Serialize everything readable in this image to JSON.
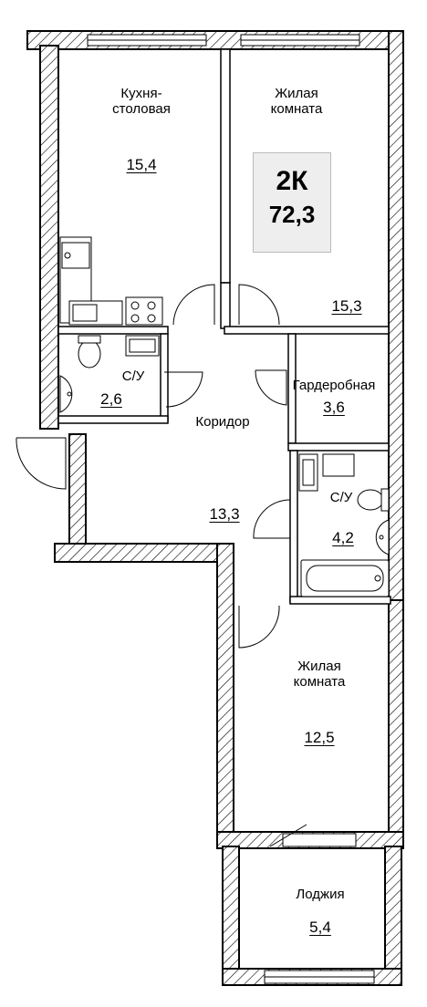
{
  "badge": {
    "type": "2К",
    "total": "72,3"
  },
  "rooms": [
    {
      "id": "kitchen",
      "name_lines": [
        "Кухня-",
        "столовая"
      ],
      "area": "15,4"
    },
    {
      "id": "living1",
      "name_lines": [
        "Жилая",
        "комната"
      ],
      "area": "15,3"
    },
    {
      "id": "bath1",
      "name_lines": [
        "С/У"
      ],
      "area": "2,6"
    },
    {
      "id": "wardrobe",
      "name_lines": [
        "Гардеробная"
      ],
      "area": "3,6"
    },
    {
      "id": "corridor",
      "name_lines": [
        "Коридор"
      ],
      "area": "13,3"
    },
    {
      "id": "bath2",
      "name_lines": [
        "С/У"
      ],
      "area": "4,2"
    },
    {
      "id": "living2",
      "name_lines": [
        "Жилая",
        "комната"
      ],
      "area": "12,5"
    },
    {
      "id": "loggia",
      "name_lines": [
        "Лоджия"
      ],
      "area": "5,4"
    }
  ]
}
